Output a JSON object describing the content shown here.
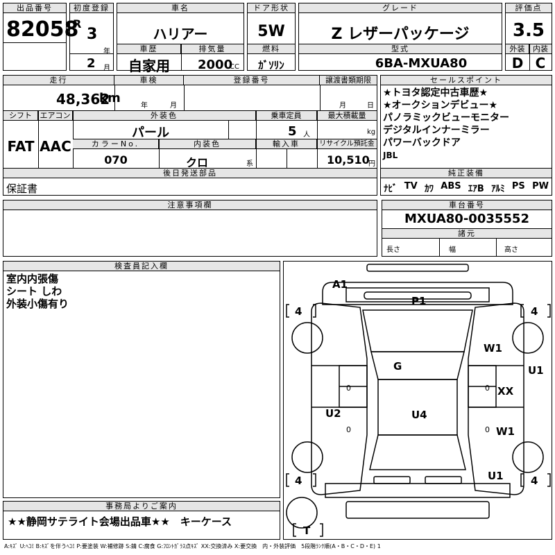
{
  "top": {
    "lot_no_label": "出品番号",
    "lot_no": "82058",
    "first_reg_label": "初度登録",
    "era": "R",
    "year": "3",
    "year_unit": "年",
    "month": "2",
    "month_unit": "月",
    "car_name_label": "車名",
    "car_name": "ハリアー",
    "history_label": "車歴",
    "history": "自家用",
    "displacement_label": "排気量",
    "displacement": "2000",
    "cc": "CC",
    "door_label": "ドア形状",
    "door": "5W",
    "fuel_label": "燃料",
    "fuel": "ｶﾞｿﾘﾝ",
    "grade_label": "グレード",
    "grade": "Z レザーパッケージ",
    "model_label": "型式",
    "model": "6BA-MXUA80",
    "score_label": "評価点",
    "score": "3.5",
    "ext_label": "外装",
    "int_label": "内装",
    "ext": "D",
    "int": "C"
  },
  "mid": {
    "mileage_label": "走行",
    "mileage": "48,362",
    "km": "km",
    "inspection_label": "車検",
    "insp_year": "年",
    "insp_month": "月",
    "regno_label": "登録番号",
    "transfer_label": "譲渡書類期限",
    "transfer_month": "月",
    "transfer_day": "日",
    "shift_label": "シフト",
    "shift": "FAT",
    "ac_label": "エアコン",
    "ac": "AAC",
    "color_label": "外装色",
    "color": "パール",
    "capacity_label": "乗車定員",
    "capacity": "5",
    "capacity_unit": "人",
    "maxload_label": "最大積載量",
    "kg": "kg",
    "colorno_label": "カラーNo.",
    "colorno": "070",
    "interior_label": "内装色",
    "interior": "クロ",
    "kei": "系",
    "import_label": "輸入車",
    "recycle_label": "リサイクル預託金",
    "recycle": "10,510",
    "yen": "円",
    "later_label": "後日発送部品",
    "later": "保証書"
  },
  "sales": {
    "label": "セールスポイント",
    "lines": [
      "★トヨタ認定中古車歴★",
      "★オークションデビュー★",
      "パノラミックビューモニター",
      "デジタルインナーミラー",
      "パワーバックドア",
      "JBL"
    ]
  },
  "equip": {
    "label": "純正装備",
    "items": [
      "ﾅﾋﾞ",
      "TV",
      "ｶﾜ",
      "ABS",
      "ｴｱB",
      "ｱﾙﾐ",
      "PS",
      "PW"
    ]
  },
  "notes": {
    "label": "注意事項欄"
  },
  "chassis": {
    "label": "車台番号",
    "value": "MXUA80-0035552",
    "spec_label": "諸元",
    "len": "長さ",
    "wid": "幅",
    "hgt": "高さ"
  },
  "inspector": {
    "label": "検査員記入欄",
    "lines": [
      "室内内張傷",
      "シート しわ",
      "外装小傷有り"
    ]
  },
  "office": {
    "label": "事務局よりご案内",
    "text": "★★静岡サテライト会場出品車★★　キーケース"
  },
  "legend": "A:ｷｽﾞ U:ﾍｺﾐ B:ｷｽﾞを伴うﾍｺﾐ P:要塗装 W:補修跡 S:錆 C:腐食 G:ﾌﾛﾝﾄｶﾞﾗｽ点ｷｽﾞ XX:交換済み X:要交換　内・外装評価　5段階ﾗﾝｸ順(A・B・C・D・E) 1",
  "diagram": {
    "marks": [
      "A1",
      "P1",
      "W1",
      "U1",
      "G",
      "XX",
      "U2",
      "U4",
      "W1",
      "U1"
    ],
    "tires": [
      "4",
      "4",
      "4",
      "4",
      "T"
    ],
    "zeros": [
      "0",
      "0",
      "0",
      "0"
    ]
  }
}
